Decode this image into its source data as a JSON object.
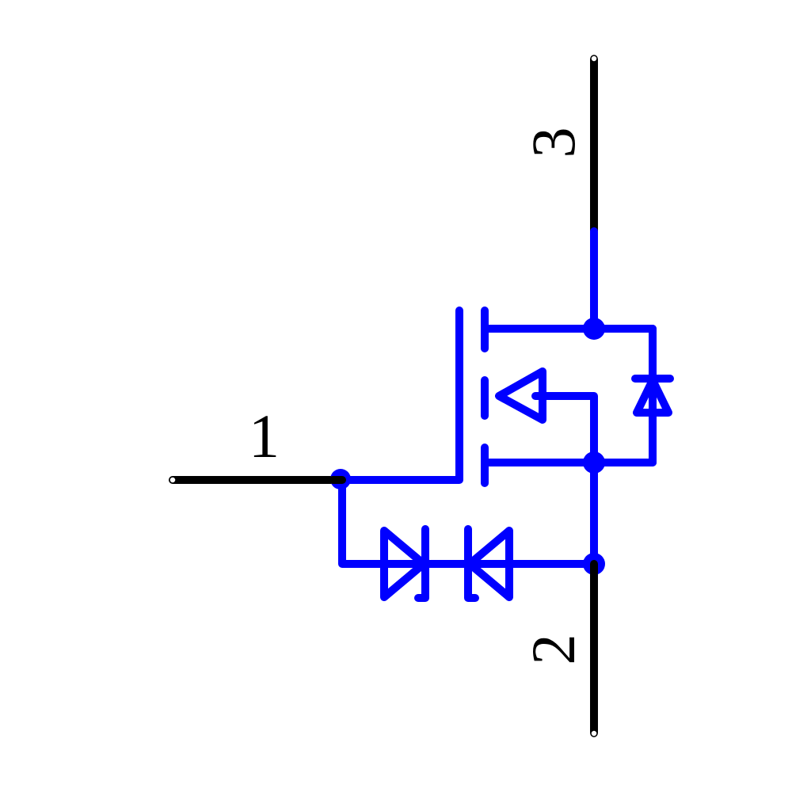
{
  "diagram": {
    "type": "schematic-symbol",
    "component": "N-channel enhancement MOSFET with body diode and back-to-back gate protection zener diodes",
    "colors": {
      "background": "#ffffff",
      "pin_lead": "#000000",
      "symbol": "#0000ff"
    },
    "pins": [
      {
        "number": "1",
        "role": "gate",
        "label": "1"
      },
      {
        "number": "2",
        "role": "source",
        "label": "2"
      },
      {
        "number": "3",
        "role": "drain",
        "label": "3"
      }
    ],
    "elements": [
      {
        "name": "gate-lead",
        "connects": "pin 1"
      },
      {
        "name": "drain-lead",
        "connects": "pin 3"
      },
      {
        "name": "source-lead",
        "connects": "pin 2"
      },
      {
        "name": "body-diode",
        "between": [
          "drain",
          "source"
        ]
      },
      {
        "name": "gate-zener-pair",
        "between": [
          "gate",
          "source"
        ],
        "count": 2
      }
    ]
  }
}
